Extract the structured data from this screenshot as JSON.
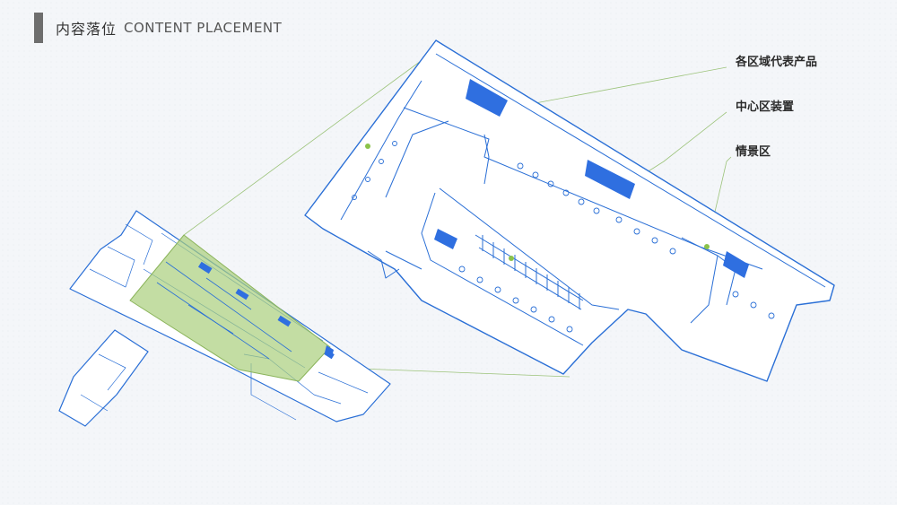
{
  "header": {
    "title_cn": "内容落位",
    "title_en": "CONTENT PLACEMENT"
  },
  "legend": {
    "item1": "各区域代表产品",
    "item2": "中心区装置",
    "item3": "情景区"
  },
  "colors": {
    "outline_blue": "#2a6fd6",
    "fill_blue": "#2f6fe0",
    "highlight_green": "#a9cf7c",
    "leader_green": "#9cc37a",
    "background": "#f4f6f9"
  }
}
